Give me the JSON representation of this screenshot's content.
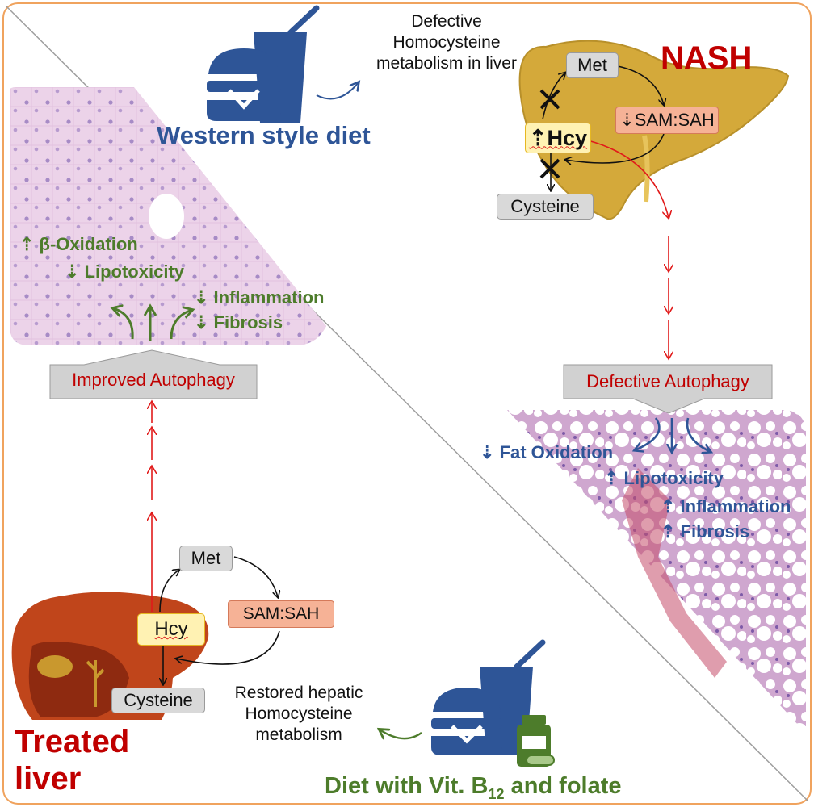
{
  "nash_label": "NASH",
  "treated_liver_label": [
    "Treated",
    "liver"
  ],
  "western_diet": {
    "label": "Western style diet",
    "effect": [
      "Defective",
      "Homocysteine",
      "metabolism in liver"
    ]
  },
  "treatment_diet": {
    "label_before": "Diet with Vit. B",
    "label_sub": "12",
    "label_after": " and folate",
    "effect": [
      "Restored hepatic",
      "Homocysteine",
      "metabolism"
    ]
  },
  "nash_cycle": {
    "met": "Met",
    "ratio": "⇣SAM:SAH",
    "hcy": "⇡Hcy",
    "cysteine": "Cysteine"
  },
  "treated_cycle": {
    "met": "Met",
    "ratio": "SAM:SAH",
    "hcy": "Hcy",
    "cysteine": "Cysteine"
  },
  "defective_autophagy": "Defective Autophagy",
  "improved_autophagy": "Improved Autophagy",
  "nash_outcomes": [
    "⇣ Fat Oxidation",
    "⇡ Lipotoxicity",
    "⇡ Inflammation",
    "⇡ Fibrosis"
  ],
  "treated_outcomes": [
    "⇡ β-Oxidation",
    "⇣ Lipotoxicity",
    "⇣ Inflammation",
    "⇣ Fibrosis"
  ],
  "colors": {
    "frame": "#f0a35e",
    "blue": "#2e5597",
    "green": "#4d7c2b",
    "red": "#c00000",
    "arrow_red": "#e11a1a",
    "nash_liver": "#d4a93a",
    "treated_liver": "#c0451b"
  }
}
